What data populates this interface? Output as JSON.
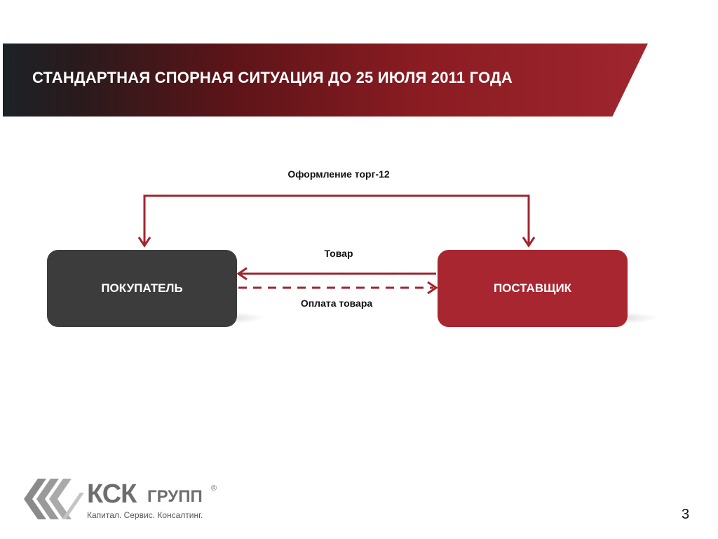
{
  "slide": {
    "title": "СТАНДАРТНАЯ СПОРНАЯ СИТУАЦИЯ ДО 25 ИЮЛЯ 2011 ГОДА",
    "page_number": "3"
  },
  "diagram": {
    "buyer": "ПОКУПАТЕЛЬ",
    "supplier": "ПОСТАВЩИК",
    "top_flow_label": "Оформление торг-12",
    "goods_label": "Товар",
    "payment_label": "Оплата товара"
  },
  "logo": {
    "brand": "КСК",
    "group": "ГРУПП",
    "registered": "®",
    "slogan": "Капитал. Сервис. Консалтинг."
  },
  "colors": {
    "accent_red": "#a8262f",
    "arrow_red": "#a0252e",
    "buyer_box": "#3c3c3c",
    "logo_grey": "#6e6e6e"
  }
}
